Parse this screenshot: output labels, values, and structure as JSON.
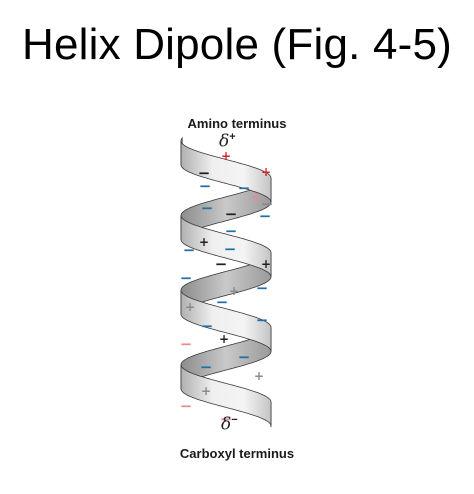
{
  "title": "Helix Dipole (Fig. 4-5)",
  "labels": {
    "amino": "Amino terminus",
    "carboxyl": "Carboxyl terminus",
    "delta_symbol": "δ",
    "delta_plus_sign": "+",
    "delta_minus_sign": "−"
  },
  "colors": {
    "ribbon_light": "#ededed",
    "ribbon_dark": "#a7a7a7",
    "outline": "#3a3a3a",
    "positive_red": "#d8262f",
    "negative_blue": "#1f6fa8",
    "black_charge": "#222222",
    "gray_charge": "#8a8a8a",
    "pink_faded": "#e88a8f"
  },
  "charges": [
    {
      "symbol": "+",
      "color": "red"
    },
    {
      "symbol": "−",
      "color": "black"
    },
    {
      "symbol": "+",
      "color": "red"
    },
    {
      "symbol": "−",
      "color": "blue"
    },
    {
      "symbol": "−",
      "color": "blue"
    },
    {
      "symbol": "+",
      "color": "pink"
    },
    {
      "symbol": "−",
      "color": "gray"
    },
    {
      "symbol": "−",
      "color": "blue"
    },
    {
      "symbol": "−",
      "color": "black"
    },
    {
      "symbol": "−",
      "color": "blue"
    },
    {
      "symbol": "+",
      "color": "black"
    },
    {
      "symbol": "−",
      "color": "blue"
    },
    {
      "symbol": "+",
      "color": "black"
    },
    {
      "symbol": "−",
      "color": "black"
    },
    {
      "symbol": "−",
      "color": "blue"
    },
    {
      "symbol": "−",
      "color": "blue"
    },
    {
      "symbol": "+",
      "color": "gray"
    },
    {
      "symbol": "+",
      "color": "gray"
    },
    {
      "symbol": "−",
      "color": "blue"
    },
    {
      "symbol": "−",
      "color": "blue"
    },
    {
      "symbol": "−",
      "color": "blue"
    },
    {
      "symbol": "+",
      "color": "black"
    },
    {
      "symbol": "−",
      "color": "blue"
    },
    {
      "symbol": "−",
      "color": "pink"
    },
    {
      "symbol": "−",
      "color": "blue"
    },
    {
      "symbol": "−",
      "color": "blue"
    },
    {
      "symbol": "−",
      "color": "blue"
    },
    {
      "symbol": "+",
      "color": "gray"
    },
    {
      "symbol": "+",
      "color": "gray"
    },
    {
      "symbol": "−",
      "color": "pink"
    },
    {
      "symbol": "−",
      "color": "pink"
    }
  ]
}
